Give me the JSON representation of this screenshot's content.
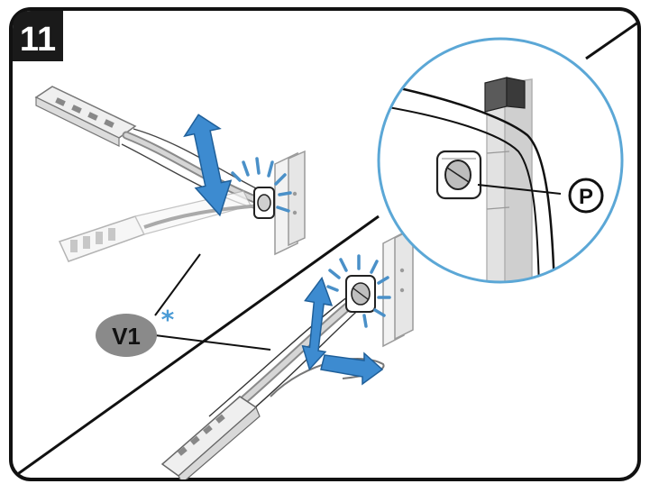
{
  "step": {
    "number": "11"
  },
  "callouts": {
    "part_p": "P",
    "part_v1": "V1",
    "v1_marker": "*"
  },
  "icons": {
    "motion_arrows": "double-headed-arrow-icon",
    "click_indicator": "snap-click-burst-icon",
    "detail_view": "magnified-detail-circle"
  },
  "colors": {
    "frame": "#111111",
    "step_badge_bg": "#1a1a1a",
    "step_badge_text": "#ffffff",
    "accent_blue": "#4a90c8",
    "arrow_blue": "#3d8bd0",
    "detail_circle": "#5ba7d6",
    "v1_badge_bg": "#8a8a8a",
    "asterisk": "#4a9bd6",
    "line_art": "#222222",
    "part_gray": "#b8b8b8"
  }
}
